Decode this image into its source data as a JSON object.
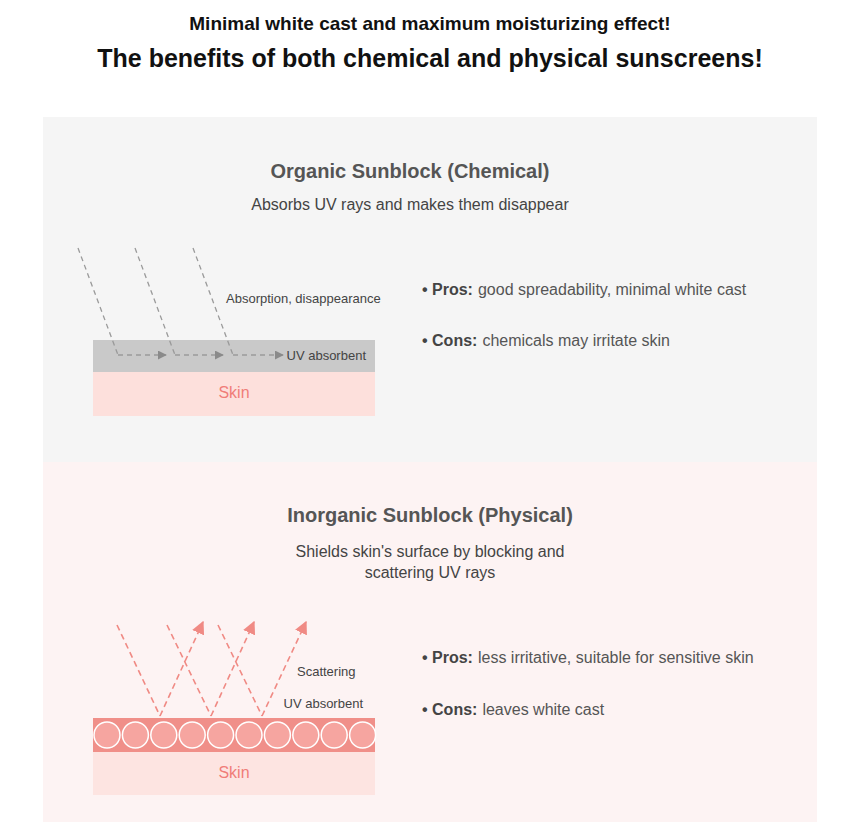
{
  "diagram": {
    "title": "The benefits of both chemical and physical sunscreens!",
    "nodes": [
      {
        "text": [
          "Organic Sunblock (Chemical)",
          "Absorbs UV rays and makes them disappear"
        ]
      },
      {
        "text": [
          "UV absorbent"
        ],
        "in": 0
      },
      {
        "text": [
          "Skin"
        ],
        "in": 0
      },
      {
        "text": [
          "Inorganic Sunblock (Physical)",
          "Shields skin's surface by blocking and scattering UV rays"
        ]
      },
      {
        "text": [
          "UV absorbent"
        ],
        "in": 3
      },
      {
        "text": [
          "Skin"
        ],
        "in": 3
      }
    ],
    "labels": [
      "Minimal white cast and maximum moisturizing effect!",
      "Absorption, disappearance",
      "• Pros:",
      "good spreadability, minimal white cast",
      "• Cons:",
      "chemicals may irritate skin",
      "Scattering",
      "• Pros:",
      "less irritative, suitable for sensitive skin",
      "• Cons:",
      "leaves white cast"
    ]
  }
}
